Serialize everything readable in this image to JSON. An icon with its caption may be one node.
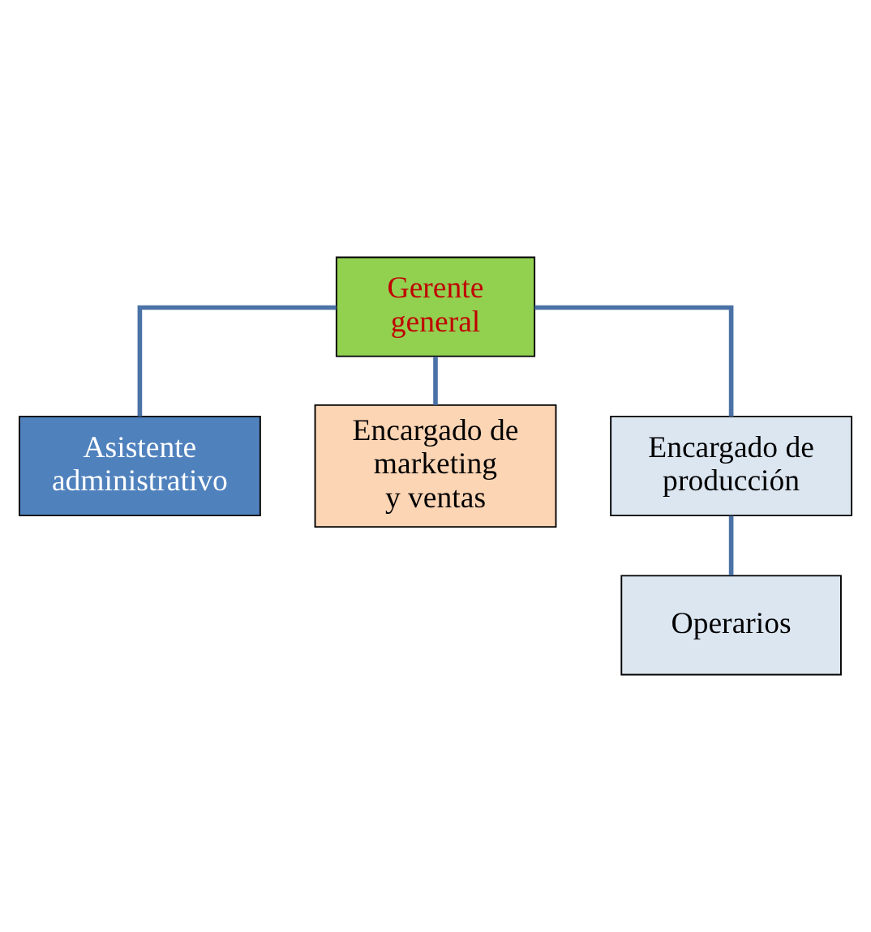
{
  "diagram": {
    "nodes": [
      {
        "text": [
          "Gerente general"
        ]
      },
      {
        "text": [
          "Asistente administrativo"
        ]
      },
      {
        "text": [
          "Encargado de marketing y ventas"
        ]
      },
      {
        "text": [
          "Encargado de producción"
        ]
      },
      {
        "text": [
          "Operarios"
        ]
      }
    ],
    "edges": [
      {
        "from": 0,
        "to": 1,
        "arrow": "none"
      },
      {
        "from": 0,
        "to": 2,
        "arrow": "none"
      },
      {
        "from": 0,
        "to": 3,
        "arrow": "none"
      },
      {
        "from": 3,
        "to": 4,
        "arrow": "none"
      }
    ]
  }
}
